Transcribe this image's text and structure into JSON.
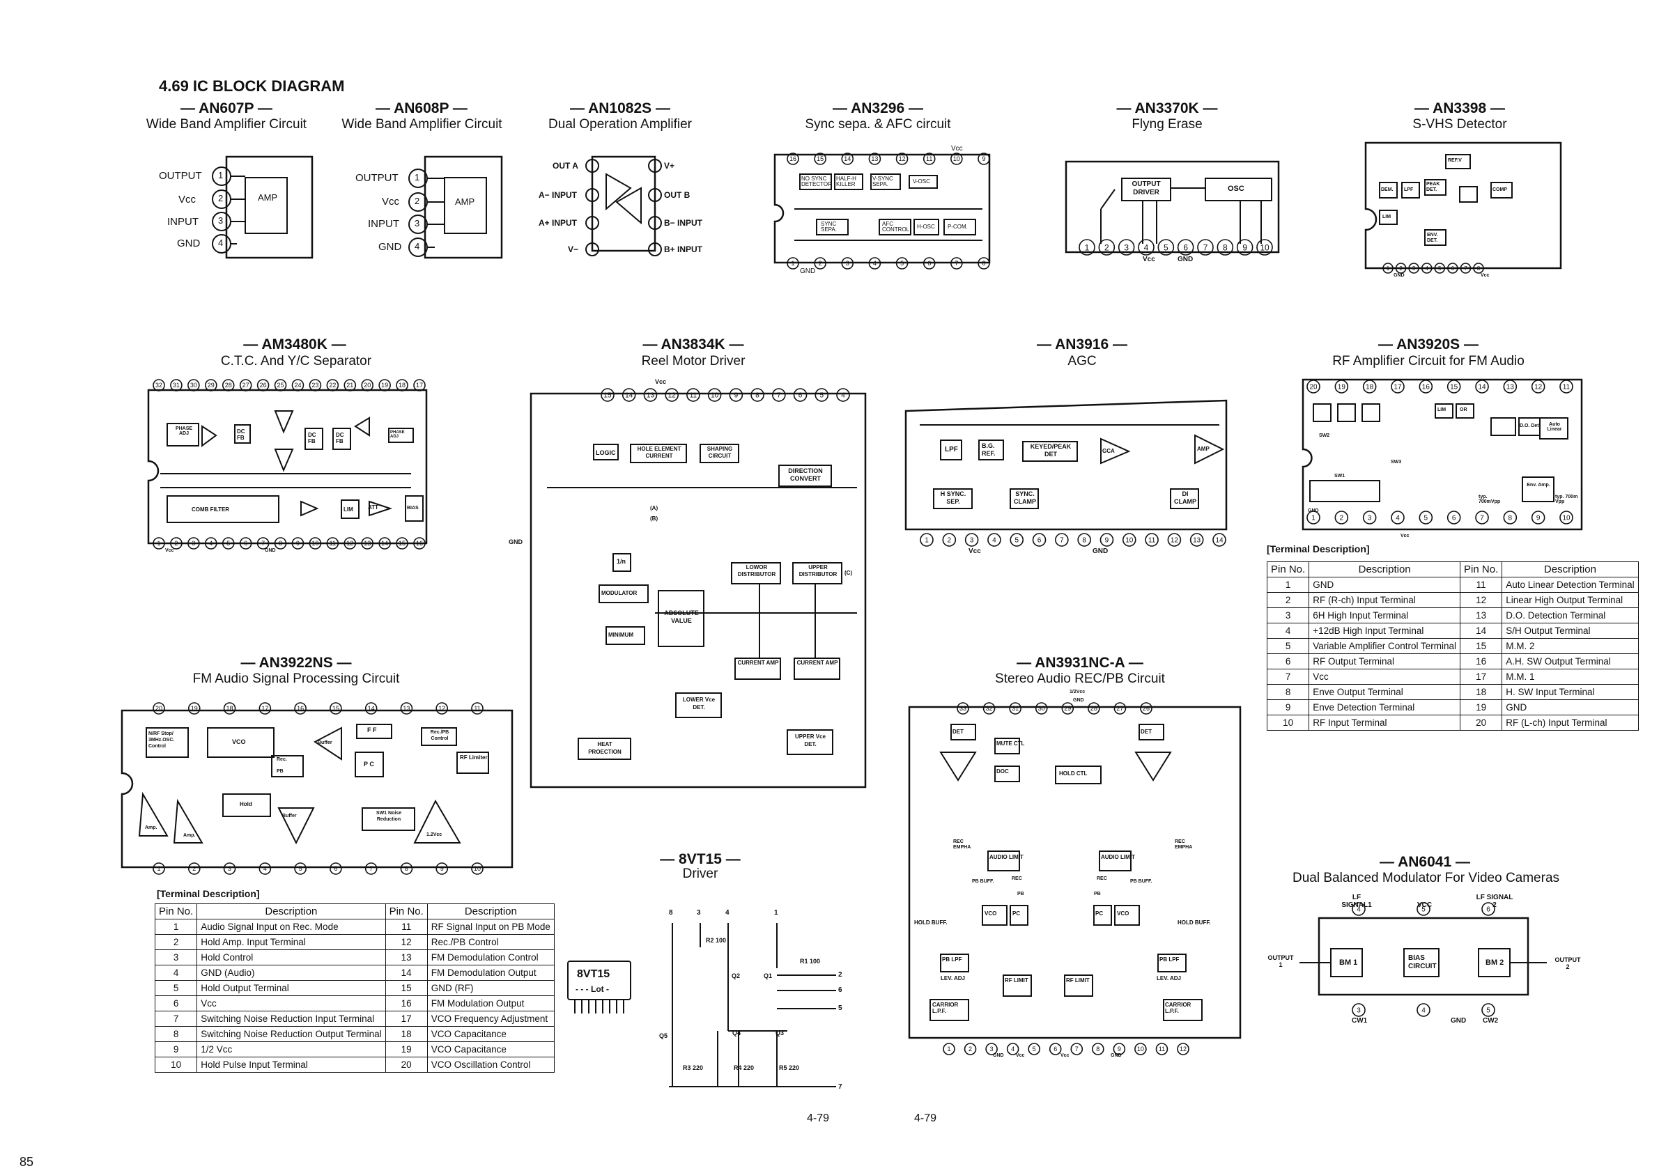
{
  "page": {
    "heading": "4.69 IC BLOCK DIAGRAM",
    "left_number": "85",
    "page_number_left": "4-79",
    "page_number_right": "4-79"
  },
  "ics": {
    "an607p": {
      "name": "— AN607P —",
      "desc": "Wide Band Amplifier Circuit",
      "block": "AMP",
      "pins": [
        "OUTPUT",
        "Vcc",
        "INPUT",
        "GND"
      ]
    },
    "an608p": {
      "name": "— AN608P —",
      "desc": "Wide Band Amplifier Circuit",
      "block": "AMP",
      "pins": [
        "OUTPUT",
        "Vcc",
        "INPUT",
        "GND"
      ]
    },
    "an1082s": {
      "name": "— AN1082S —",
      "desc": "Dual Operation Amplifier",
      "pins_left": [
        "OUT A",
        "A− INPUT",
        "A+ INPUT",
        "V−"
      ],
      "pins_right": [
        "V+",
        "OUT B",
        "B− INPUT",
        "B+ INPUT"
      ]
    },
    "an3296": {
      "name": "— AN3296 —",
      "desc": "Sync sepa. & AFC circuit",
      "blocks": [
        "NO SYNC DETECTOR",
        "HALF-H KILLER",
        "V-SYNC SEPA.",
        "V-OSC",
        "SYNC SEPA.",
        "AFC CONTROL",
        "H-OSC",
        "P-COM."
      ],
      "vcc": "Vcc",
      "gnd": "GND"
    },
    "an3370k": {
      "name": "— AN3370K —",
      "desc": "Flyng Erase",
      "blocks": [
        "OUTPUT DRIVER",
        "OSC"
      ],
      "vcc": "Vcc",
      "gnd": "GND"
    },
    "an3398": {
      "name": "— AN3398 —",
      "desc": "S-VHS Detector",
      "blocks": [
        "REF.V",
        "DEM.",
        "LPF",
        "PEAK DET.",
        "COMP",
        "LIM",
        "ENV. DET."
      ],
      "vcc": "Vcc",
      "gnd": "GND"
    },
    "am3480k": {
      "name": "— AM3480K —",
      "desc": "C.T.C. And Y/C Separator",
      "blocks": [
        "PHASE ADJ",
        "DC FB",
        "DC FB",
        "DC FB",
        "PHASE ADJ",
        "COMB FILTER",
        "LIM",
        "ATT",
        "BIAS"
      ],
      "vcc": "Vcc",
      "gnd": "GND"
    },
    "an3834k": {
      "name": "— AN3834K —",
      "desc": "Reel Motor Driver",
      "blocks": [
        "LOGIC",
        "HOLE ELEMENT CURRENT",
        "SHAPING CIRCUIT",
        "DIRECTION CONVERT",
        "1/n",
        "MODULATOR",
        "MINIMUM",
        "ABSOLUTE VALUE",
        "LOWOR DISTRIBUTOR",
        "UPPER DISTRIBUTOR",
        "CURRENT AMP",
        "CURRENT AMP",
        "LOWER Vce DET.",
        "UPPER Vce DET.",
        "HEAT PROECTION"
      ],
      "labels": [
        "Vcc",
        "GND",
        "(A)",
        "(B)",
        "(C)"
      ]
    },
    "an3916": {
      "name": "— AN3916 —",
      "desc": "AGC",
      "blocks": [
        "LPF",
        "B.G. REF.",
        "KEYED/PEAK DET",
        "GCA",
        "AMP",
        "H SYNC. SEP.",
        "SYNC. CLAMP",
        "DI CLAMP"
      ],
      "vcc": "Vcc",
      "gnd": "GND"
    },
    "an3920s": {
      "name": "— AN3920S —",
      "desc": "RF Amplifier Circuit for FM Audio",
      "blocks": [
        "LIM",
        "OR",
        "D.O. Det",
        "Auto Linear",
        "Env. Amp."
      ],
      "labels": [
        "SW1",
        "SW2",
        "SW3",
        "typ. 700mVpp",
        "typ. 700m Vpp",
        "GND",
        "Vcc"
      ]
    },
    "an3922ns": {
      "name": "— AN3922NS —",
      "desc": "FM Audio Signal Processing Circuit",
      "blocks": [
        "N/RF Stop/ 3MHz.OSC. Control",
        "VCO",
        "Buffer",
        "F F",
        "Rec./PB Control",
        "RF Limiter",
        "P C",
        "Hold",
        "Buffer",
        "SW1 Noise Reduction",
        "1.2Vcc",
        "Amp.",
        "Amp."
      ],
      "labels": [
        "Rec.",
        "PB"
      ]
    },
    "an3931nca": {
      "name": "— AN3931NC-A —",
      "desc": "Stereo Audio REC/PB Circuit",
      "blocks": [
        "DET",
        "MUTE CTL",
        "DOC",
        "HOLD CTL",
        "DET",
        "AUDIO LIMIT",
        "AUDIO LIMIT",
        "HOLD BUFF.",
        "VCO",
        "PC",
        "PC",
        "VCO",
        "HOLD BUFF.",
        "PB LPF",
        "LEV. ADJ",
        "RF LIMIT",
        "RF LIMIT",
        "PB LPF",
        "LEV. ADJ",
        "CARRIOR L.P.F.",
        "CARRIOR L.P.F."
      ],
      "labels": [
        "1/2Vcc",
        "GND",
        "REC EMPHA",
        "REC EMPHA",
        "PB BUFF.",
        "REC",
        "PB",
        "REC",
        "PB BUFF.",
        "PB",
        "GND",
        "Vcc",
        "Vcc",
        "GND"
      ]
    },
    "an6041": {
      "name": "— AN6041 —",
      "desc": "Dual Balanced Modulator For Video Cameras",
      "blocks": [
        "BM 1",
        "BIAS CIRCUIT",
        "BM 2"
      ],
      "labels": [
        "LF SIGNAL1",
        "VCC",
        "LF SIGNAL 2",
        "OUTPUT 1",
        "OUTPUT 2",
        "CW1",
        "GND",
        "CW2"
      ]
    },
    "8vt15": {
      "name": "— 8VT15 —",
      "desc": "Driver",
      "package_label": "8VT15",
      "lot": "- - - Lot -",
      "parts": [
        "R2 100",
        "R1 100",
        "R3 220",
        "R4 220",
        "R5 220",
        "Q1",
        "Q2",
        "Q3",
        "Q4",
        "Q5"
      ],
      "pin_numbers": [
        "8",
        "3",
        "4",
        "1",
        "2",
        "6",
        "5",
        "7"
      ]
    }
  },
  "table_an3922ns": {
    "title": "[Terminal Description]",
    "headers": [
      "Pin No.",
      "Description",
      "Pin No.",
      "Description"
    ],
    "left": [
      [
        "1",
        "Audio Signal Input on Rec. Mode"
      ],
      [
        "2",
        "Hold Amp. Input Terminal"
      ],
      [
        "3",
        "Hold Control"
      ],
      [
        "4",
        "GND (Audio)"
      ],
      [
        "5",
        "Hold Output Terminal"
      ],
      [
        "6",
        "Vcc"
      ],
      [
        "7",
        "Switching Noise Reduction Input Terminal"
      ],
      [
        "8",
        "Switching Noise Reduction Output Terminal"
      ],
      [
        "9",
        "1/2 Vcc"
      ],
      [
        "10",
        "Hold Pulse Input Terminal"
      ]
    ],
    "right": [
      [
        "11",
        "RF Signal Input on PB Mode"
      ],
      [
        "12",
        "Rec./PB Control"
      ],
      [
        "13",
        "FM Demodulation Control"
      ],
      [
        "14",
        "FM Demodulation Output"
      ],
      [
        "15",
        "GND (RF)"
      ],
      [
        "16",
        "FM Modulation Output"
      ],
      [
        "17",
        "VCO Frequency Adjustment"
      ],
      [
        "18",
        "VCO Capacitance"
      ],
      [
        "19",
        "VCO Capacitance"
      ],
      [
        "20",
        "VCO Oscillation Control"
      ]
    ]
  },
  "table_an3920s": {
    "title": "[Terminal Description]",
    "headers": [
      "Pin No.",
      "Description",
      "Pin No.",
      "Description"
    ],
    "left": [
      [
        "1",
        "GND"
      ],
      [
        "2",
        "RF (R-ch) Input Terminal"
      ],
      [
        "3",
        "6H High Input Terminal"
      ],
      [
        "4",
        "+12dB High Input Terminal"
      ],
      [
        "5",
        "Variable Amplifier Control Terminal"
      ],
      [
        "6",
        "RF Output Terminal"
      ],
      [
        "7",
        "Vcc"
      ],
      [
        "8",
        "Enve Output Terminal"
      ],
      [
        "9",
        "Enve Detection Terminal"
      ],
      [
        "10",
        "RF Input Terminal"
      ]
    ],
    "right": [
      [
        "11",
        "Auto Linear Detection Terminal"
      ],
      [
        "12",
        "Linear High Output Terminal"
      ],
      [
        "13",
        "D.O. Detection Terminal"
      ],
      [
        "14",
        "S/H Output Terminal"
      ],
      [
        "15",
        "M.M. 2"
      ],
      [
        "16",
        "A.H. SW Output Terminal"
      ],
      [
        "17",
        "M.M. 1"
      ],
      [
        "18",
        "H. SW Input Terminal"
      ],
      [
        "19",
        "GND"
      ],
      [
        "20",
        "RF (L-ch) Input Terminal"
      ]
    ]
  }
}
